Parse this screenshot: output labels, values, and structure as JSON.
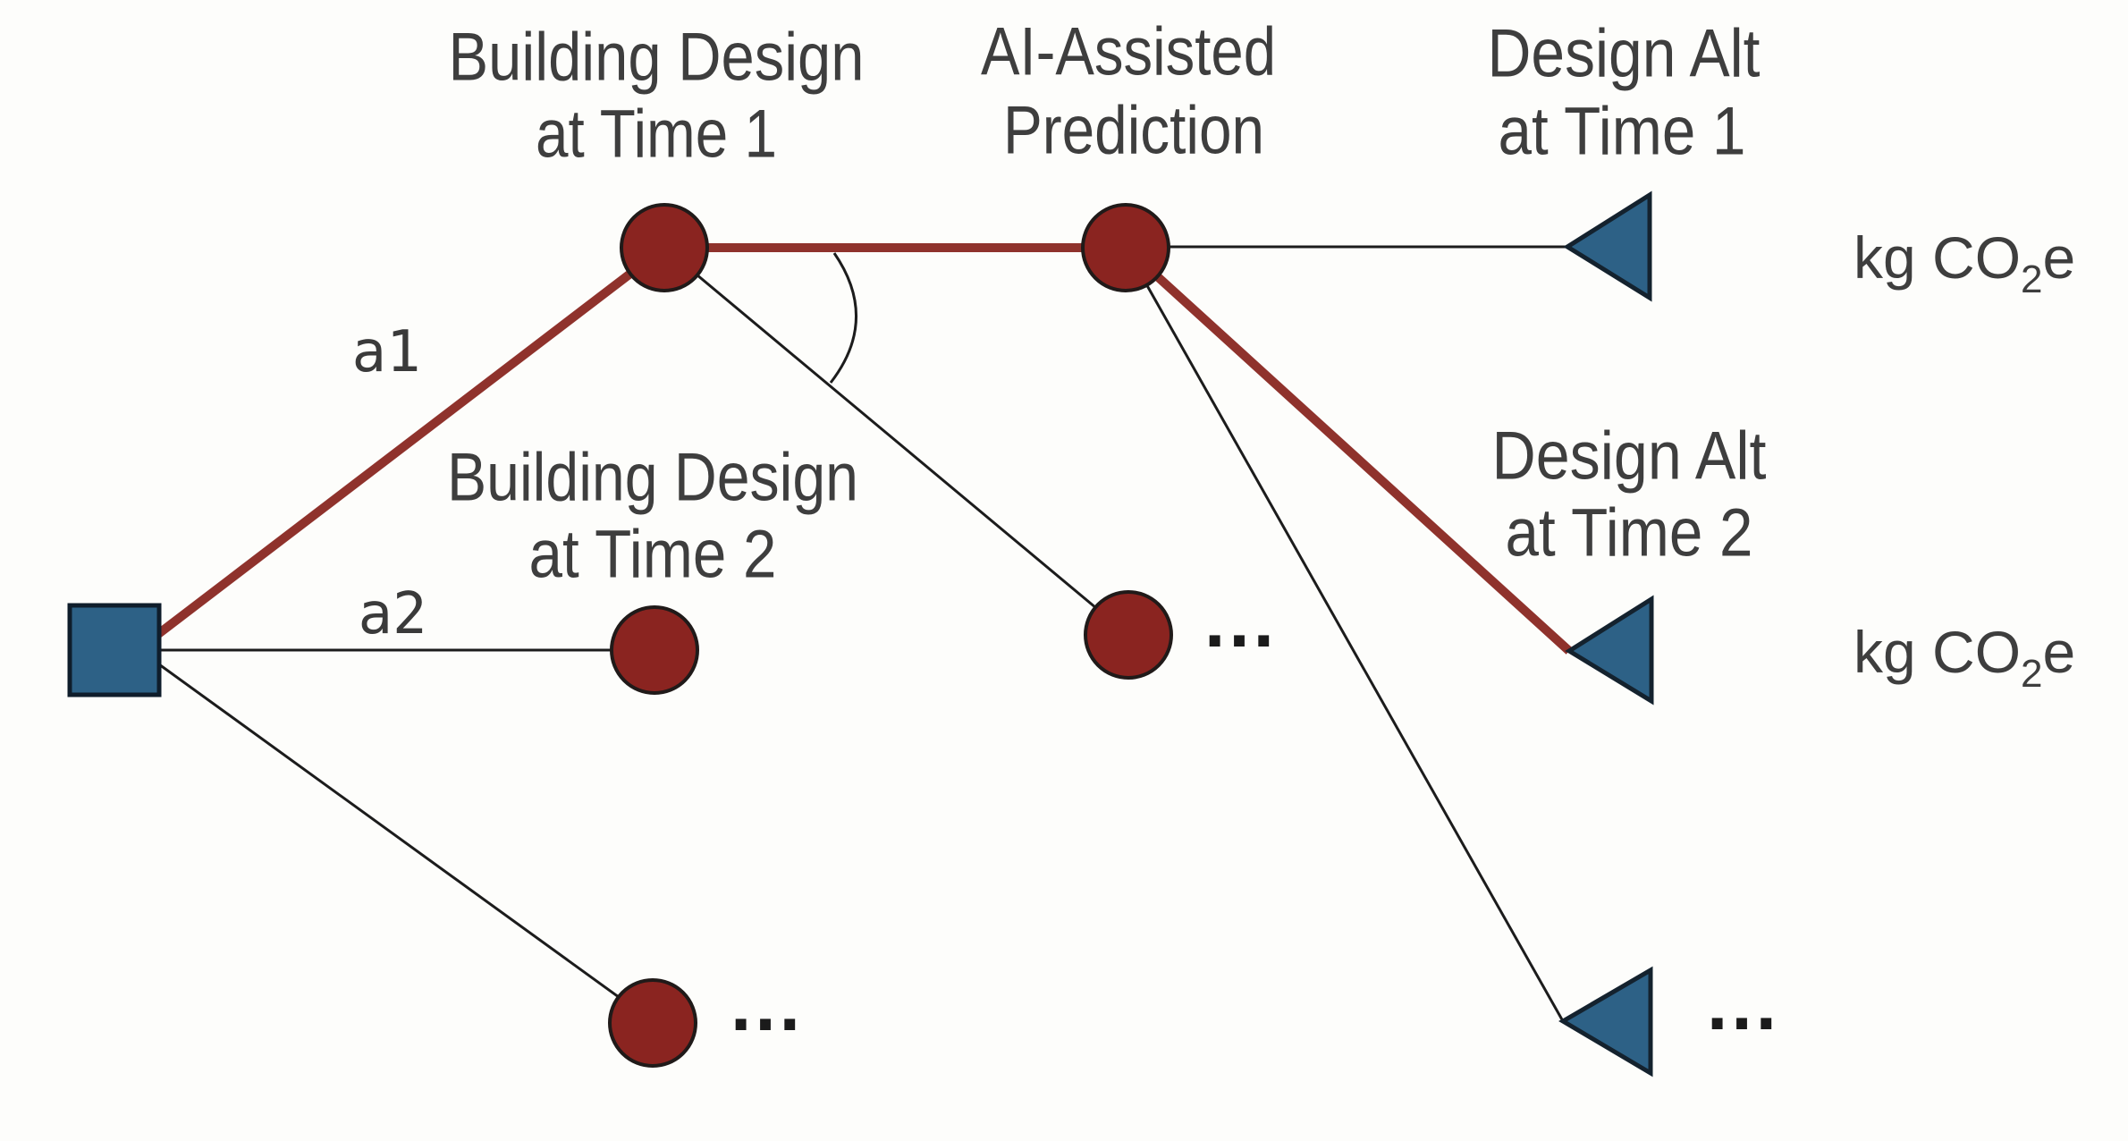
{
  "diagram": {
    "type": "decision-tree",
    "background": "#fdfdfb",
    "colors": {
      "decision_node_fill": "#2d6186",
      "chance_node_fill": "#8a2420",
      "terminal_node_fill": "#2d6186",
      "node_outline": "#1d1a19",
      "highlighted_path": "#8f322c",
      "edge_line": "#1c1c1c",
      "label_text": "#3e3e3e"
    },
    "labels": {
      "building_design_t1": {
        "line1": "Building Design",
        "line2": "at Time 1"
      },
      "ai_assisted_prediction": {
        "line1": "AI-Assisted",
        "line2": "Prediction"
      },
      "design_alt_t1": {
        "line1": "Design Alt",
        "line2": "at Time 1"
      },
      "building_design_t2": {
        "line1": "Building Design",
        "line2": "at Time 2"
      },
      "design_alt_t2": {
        "line1": "Design Alt",
        "line2": "at Time 2"
      },
      "action_a1": "a1",
      "action_a2": "a2",
      "outcome_unit": {
        "prefix": "kg CO",
        "subscript": "2",
        "suffix": "e"
      },
      "ellipsis": "..."
    }
  }
}
